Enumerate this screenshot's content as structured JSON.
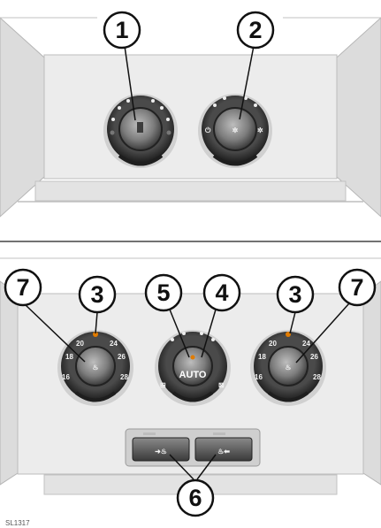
{
  "figure_id": "SL1317",
  "callouts": [
    "1",
    "2",
    "3",
    "4",
    "5",
    "6",
    "7"
  ],
  "temperature_scale": [
    "16",
    "18",
    "20",
    "24",
    "26",
    "28"
  ],
  "auto_label": "AUTO"
}
